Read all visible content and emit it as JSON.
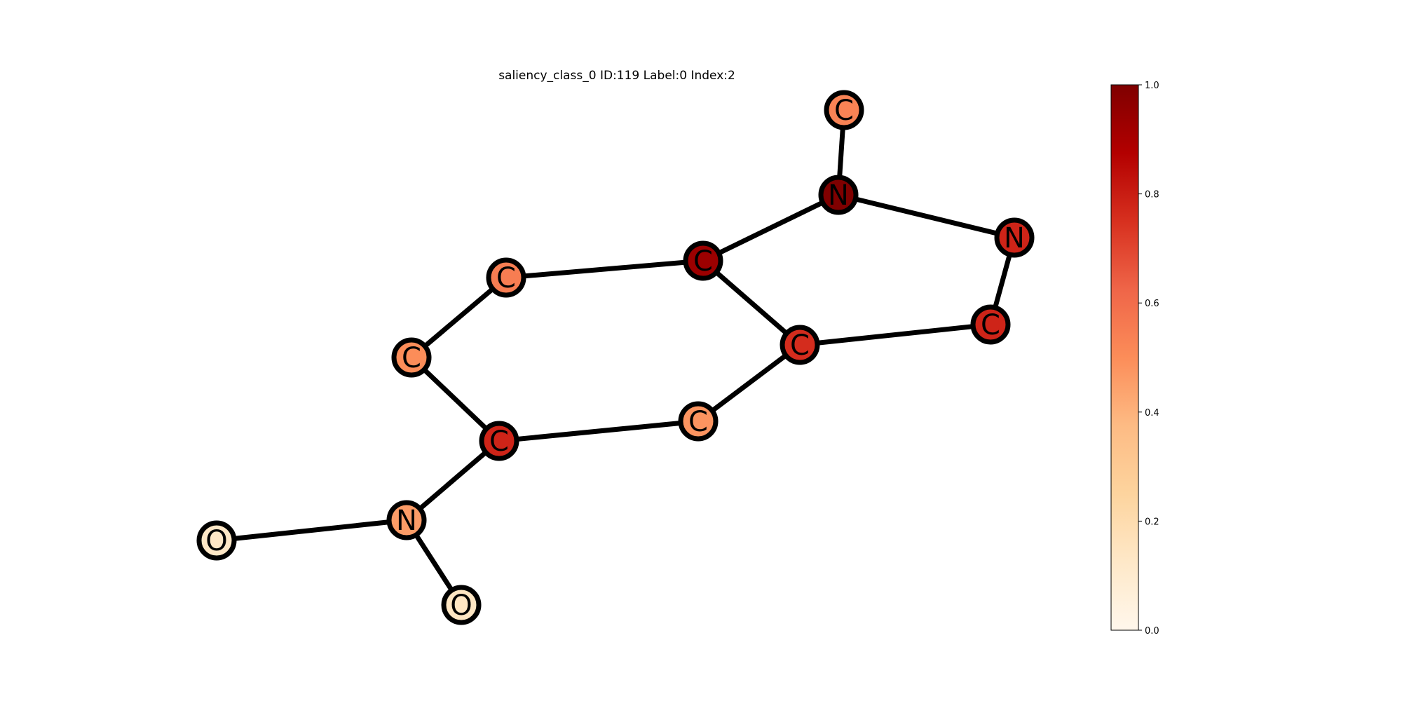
{
  "title": "saliency_class_0 ID:119 Label:0 Index:2",
  "colormap": {
    "name": "OrRd",
    "stops": [
      "#fff7ec",
      "#fee8c8",
      "#fdd49e",
      "#fdbb84",
      "#fc8d59",
      "#ef6548",
      "#d7301f",
      "#b30000",
      "#7f0000"
    ],
    "range": [
      0,
      1
    ],
    "ticks": [
      "0.0",
      "0.2",
      "0.4",
      "0.6",
      "0.8",
      "1.0"
    ]
  },
  "nodes": [
    {
      "id": "n0",
      "label": "C",
      "saliency": 0.53
    },
    {
      "id": "n1",
      "label": "N",
      "saliency": 1.0
    },
    {
      "id": "n2",
      "label": "N",
      "saliency": 0.78
    },
    {
      "id": "n3",
      "label": "C",
      "saliency": 0.93
    },
    {
      "id": "n4",
      "label": "C",
      "saliency": 0.55
    },
    {
      "id": "n5",
      "label": "C",
      "saliency": 0.78
    },
    {
      "id": "n6",
      "label": "C",
      "saliency": 0.76
    },
    {
      "id": "n7",
      "label": "C",
      "saliency": 0.5
    },
    {
      "id": "n8",
      "label": "C",
      "saliency": 0.78
    },
    {
      "id": "n9",
      "label": "C",
      "saliency": 0.48
    },
    {
      "id": "n10",
      "label": "N",
      "saliency": 0.46
    },
    {
      "id": "n11",
      "label": "O",
      "saliency": 0.13
    },
    {
      "id": "n12",
      "label": "O",
      "saliency": 0.14
    }
  ],
  "edges": [
    [
      "n0",
      "n1"
    ],
    [
      "n1",
      "n2"
    ],
    [
      "n1",
      "n3"
    ],
    [
      "n2",
      "n5"
    ],
    [
      "n3",
      "n4"
    ],
    [
      "n3",
      "n6"
    ],
    [
      "n6",
      "n5"
    ],
    [
      "n6",
      "n9"
    ],
    [
      "n4",
      "n7"
    ],
    [
      "n7",
      "n8"
    ],
    [
      "n8",
      "n9"
    ],
    [
      "n8",
      "n10"
    ],
    [
      "n10",
      "n11"
    ],
    [
      "n10",
      "n12"
    ]
  ]
}
